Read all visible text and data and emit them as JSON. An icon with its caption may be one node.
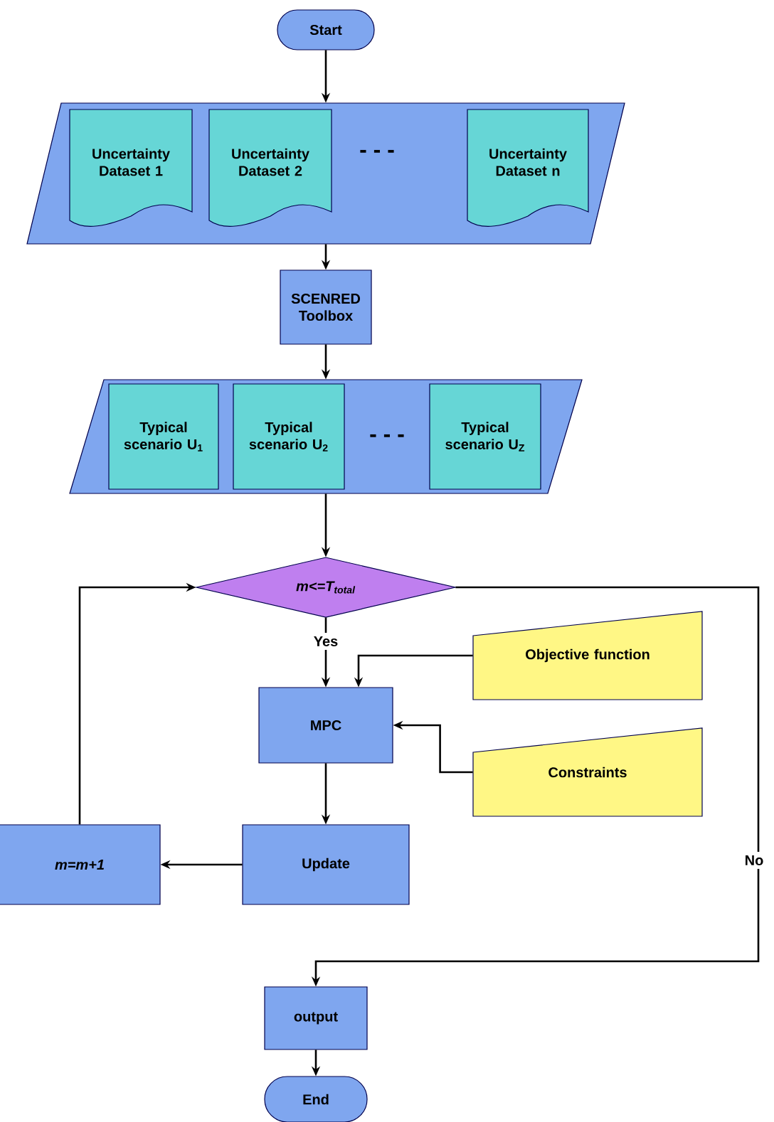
{
  "diagram": {
    "nodes": [
      {
        "text": [
          "Start"
        ]
      },
      {
        "text": [],
        "shape": "parallelogram"
      },
      {
        "text": [
          "Uncertainty Dataset 1"
        ],
        "in": 1
      },
      {
        "text": [
          "Uncertainty Dataset 2"
        ],
        "in": 1
      },
      {
        "text": [
          "Uncertainty Dataset n"
        ],
        "in": 1
      },
      {
        "text": [
          "SCENRED Toolbox"
        ]
      },
      {
        "text": [],
        "shape": "parallelogram"
      },
      {
        "text": [
          "Typical scenario U$_{1}$"
        ],
        "in": 6
      },
      {
        "text": [
          "Typical scenario U$_{2}$"
        ],
        "in": 6
      },
      {
        "text": [
          "Typical scenario U$_{Z}$"
        ],
        "in": 6
      },
      {
        "text": [
          "m<=T$_{total}$"
        ]
      },
      {
        "text": [
          "MPC"
        ]
      },
      {
        "text": [
          "Objective function"
        ]
      },
      {
        "text": [
          "Constraints"
        ]
      },
      {
        "text": [
          "Update"
        ]
      },
      {
        "text": [
          "m=m+1"
        ]
      },
      {
        "text": [
          "output"
        ]
      },
      {
        "text": [
          "End"
        ]
      }
    ],
    "edges": [
      {
        "from": 0,
        "to": 1,
        "arrow": "to"
      },
      {
        "from": 1,
        "to": 5,
        "arrow": "to"
      },
      {
        "from": 5,
        "to": 6,
        "arrow": "to"
      },
      {
        "from": 6,
        "to": 10,
        "arrow": "to"
      },
      {
        "from": 10,
        "to": 11,
        "arrow": "to",
        "label": "Yes"
      },
      {
        "from": 12,
        "to": 11,
        "arrow": "to"
      },
      {
        "from": 13,
        "to": 11,
        "arrow": "to"
      },
      {
        "from": 11,
        "to": 14,
        "arrow": "to"
      },
      {
        "from": 14,
        "to": 15,
        "arrow": "to"
      },
      {
        "from": 15,
        "to": 10,
        "arrow": "to"
      },
      {
        "from": 10,
        "to": 16,
        "arrow": "to",
        "label": "No"
      },
      {
        "from": 16,
        "to": 17,
        "arrow": "to"
      }
    ],
    "labels": [
      "- - -",
      "- - -"
    ]
  }
}
